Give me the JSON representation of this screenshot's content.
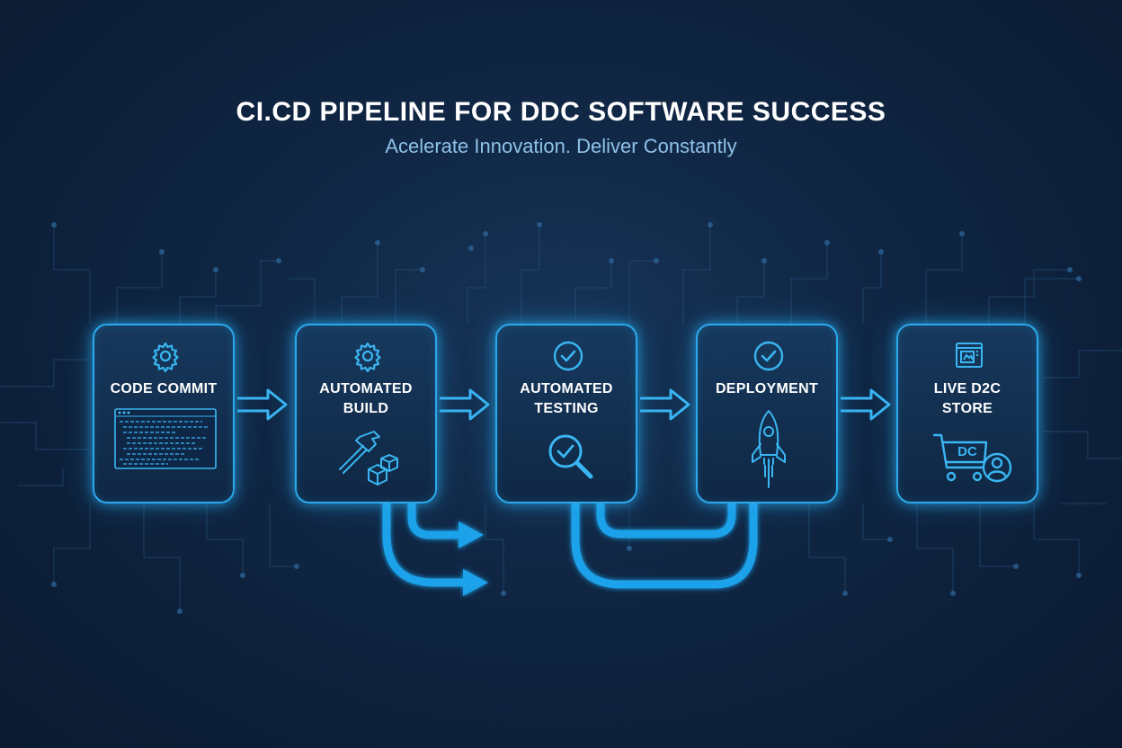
{
  "header": {
    "title": "CI.CD PIPELINE FOR DDC SOFTWARE SUCCESS",
    "subtitle": "Acelerate Innovation. Deliver Constantly"
  },
  "stages": [
    {
      "line1": "CODE COMMIT",
      "line2": "",
      "top_icon": "gear-icon",
      "bottom_icon": "code-editor-icon"
    },
    {
      "line1": "AUTOMATED",
      "line2": "BUILD",
      "top_icon": "gear-icon",
      "bottom_icon": "hammer-blocks-icon"
    },
    {
      "line1": "AUTOMATED",
      "line2": "TESTING",
      "top_icon": "check-circle-icon",
      "bottom_icon": "magnifier-check-icon"
    },
    {
      "line1": "DEPLOYMENT",
      "line2": "",
      "top_icon": "check-circle-icon",
      "bottom_icon": "rocket-icon"
    },
    {
      "line1": "LIVE D2C",
      "line2": "STORE",
      "top_icon": "browser-window-icon",
      "bottom_icon": "shopping-cart-user-icon",
      "cart_label": "DC"
    }
  ],
  "colors": {
    "background": "#0f2542",
    "accent": "#2ba9ec",
    "text": "#ffffff",
    "subtitle": "#8fc1e8"
  }
}
